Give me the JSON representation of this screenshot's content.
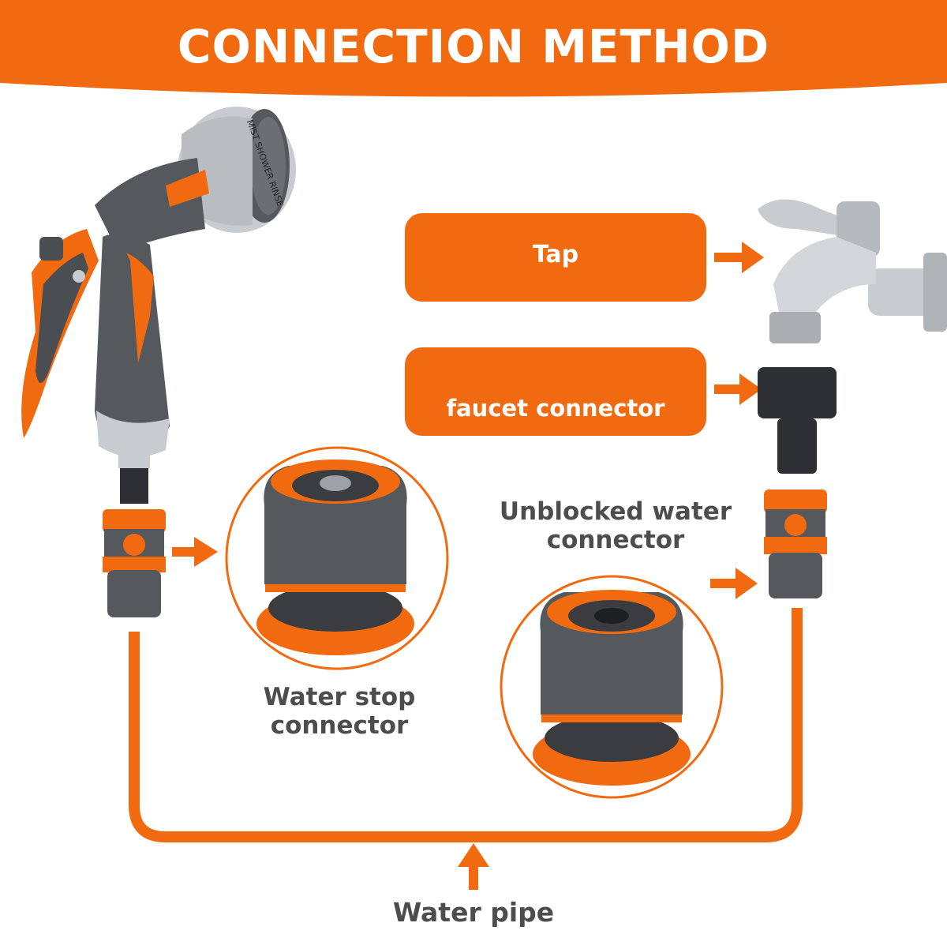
{
  "header": {
    "title": "CONNECTION METHOD"
  },
  "labels": {
    "tap": "Tap",
    "faucet_connector": "faucet connector",
    "water_stop_line1": "Water stop",
    "water_stop_line2": "connector",
    "unblocked_line1": "Unblocked water",
    "unblocked_line2": "connector",
    "water_pipe": "Water pipe"
  },
  "nozzle_dial_text": [
    "MIST",
    "SHOWER",
    "RINSE"
  ],
  "colors": {
    "accent": "#f26a10",
    "text": "#4d4d4d",
    "gray_body": "#55595e",
    "chrome": "#c8ccd0"
  }
}
